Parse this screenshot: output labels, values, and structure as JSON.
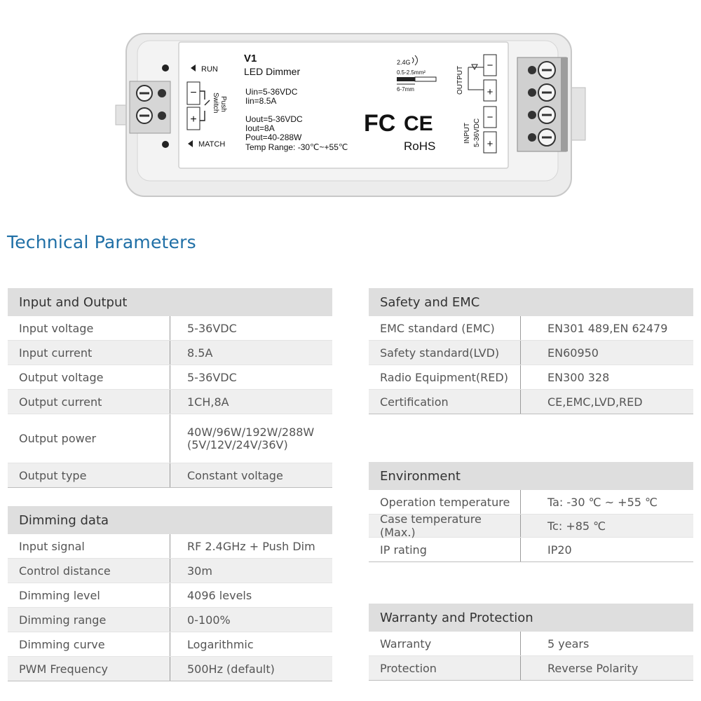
{
  "device": {
    "model": "V1",
    "name": "LED Dimmer",
    "uin": "Uin=5-36VDC",
    "iin": "Iin=8.5A",
    "uout": "Uout=5-36VDC",
    "iout": "Iout=8A",
    "pout": "Pout=40-288W",
    "temp": "Temp Range: -30℃~+55℃",
    "run": "RUN",
    "match": "MATCH",
    "switch": "Switch",
    "push": "Push",
    "band": "2.4G",
    "wire_gauge": "0.5-2.5mm²",
    "strip_len": "6-7mm",
    "output": "OUTPUT",
    "input": "INPUT",
    "input_volt": "5-36VDC",
    "fc": "FC",
    "ce": "CE",
    "rohs": "RoHS",
    "minus": "−",
    "plus": "+"
  },
  "heading": "Technical Parameters",
  "tables": {
    "io": {
      "title": "Input and Output",
      "rows": [
        {
          "k": "Input voltage",
          "v": "5-36VDC"
        },
        {
          "k": "Input current",
          "v": "8.5A"
        },
        {
          "k": "Output voltage",
          "v": "5-36VDC"
        },
        {
          "k": "Output current",
          "v": "1CH,8A"
        },
        {
          "k": "Output power",
          "v": "40W/96W/192W/288W",
          "v2": "(5V/12V/24V/36V)"
        },
        {
          "k": "Output type",
          "v": "Constant voltage"
        }
      ]
    },
    "dim": {
      "title": "Dimming data",
      "rows": [
        {
          "k": "Input signal",
          "v": "RF 2.4GHz + Push Dim"
        },
        {
          "k": "Control distance",
          "v": "30m"
        },
        {
          "k": "Dimming level",
          "v": "4096 levels"
        },
        {
          "k": "Dimming range",
          "v": "0-100%"
        },
        {
          "k": "Dimming curve",
          "v": "Logarithmic"
        },
        {
          "k": "PWM Frequency",
          "v": "500Hz (default)"
        }
      ]
    },
    "safety": {
      "title": "Safety and EMC",
      "rows": [
        {
          "k": "EMC standard (EMC)",
          "v": "EN301 489,EN 62479"
        },
        {
          "k": "Safety standard(LVD)",
          "v": "EN60950"
        },
        {
          "k": "Radio Equipment(RED)",
          "v": "EN300 328"
        },
        {
          "k": "Certification",
          "v": "CE,EMC,LVD,RED"
        }
      ]
    },
    "env": {
      "title": "Environment",
      "rows": [
        {
          "k": "Operation temperature",
          "v": "Ta: -30 ℃ ~ +55 ℃"
        },
        {
          "k": "Case temperature (Max.)",
          "v": "Tc: +85 ℃"
        },
        {
          "k": "IP rating",
          "v": "IP20"
        }
      ]
    },
    "warranty": {
      "title": "Warranty and Protection",
      "rows": [
        {
          "k": "Warranty",
          "v": "5 years"
        },
        {
          "k": "Protection",
          "v": "Reverse Polarity"
        }
      ]
    }
  }
}
